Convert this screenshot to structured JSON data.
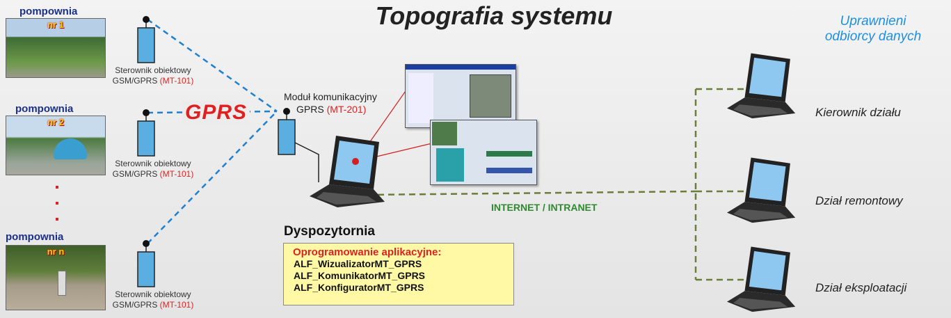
{
  "title": "Topografia systemu",
  "receivers_title_line1": "Uprawnieni",
  "receivers_title_line2": "odbiorcy danych",
  "pumps": [
    {
      "label": "pompownia",
      "tag": "nr 1",
      "ctrl_line1": "Sterownik obiektowy",
      "ctrl_line2_prefix": "GSM/GPRS",
      "ctrl_model": "(MT-101)"
    },
    {
      "label": "pompownia",
      "tag": "nr 2",
      "ctrl_line1": "Sterownik obiektowy",
      "ctrl_line2_prefix": "GSM/GPRS",
      "ctrl_model": "(MT-101)"
    },
    {
      "label": "pompownia",
      "tag": "nr n",
      "ctrl_line1": "Sterownik obiektowy",
      "ctrl_line2_prefix": "GSM/GPRS",
      "ctrl_model": "(MT-101)"
    }
  ],
  "gprs_label": "GPRS",
  "module": {
    "line1": "Moduł komunikacyjny",
    "line2_prefix": "GPRS",
    "model": "(MT-201)"
  },
  "dispatch_title": "Dyspozytornia",
  "software": {
    "heading": "Oprogramowanie aplikacyjne:",
    "items": [
      "ALF_WizualizatorMT_GPRS",
      "ALF_KomunikatorMT_GPRS",
      "ALF_KonfiguratorMT_GPRS"
    ]
  },
  "network_label": "INTERNET / INTRANET",
  "receivers": [
    "Kierownik działu",
    "Dział remontowy",
    "Dział eksploatacji"
  ],
  "colors": {
    "link_blue": "#1f7fd0",
    "network_green": "#6b7d3a",
    "accent_red": "#e02020",
    "title_blue": "#1e8fe0"
  }
}
